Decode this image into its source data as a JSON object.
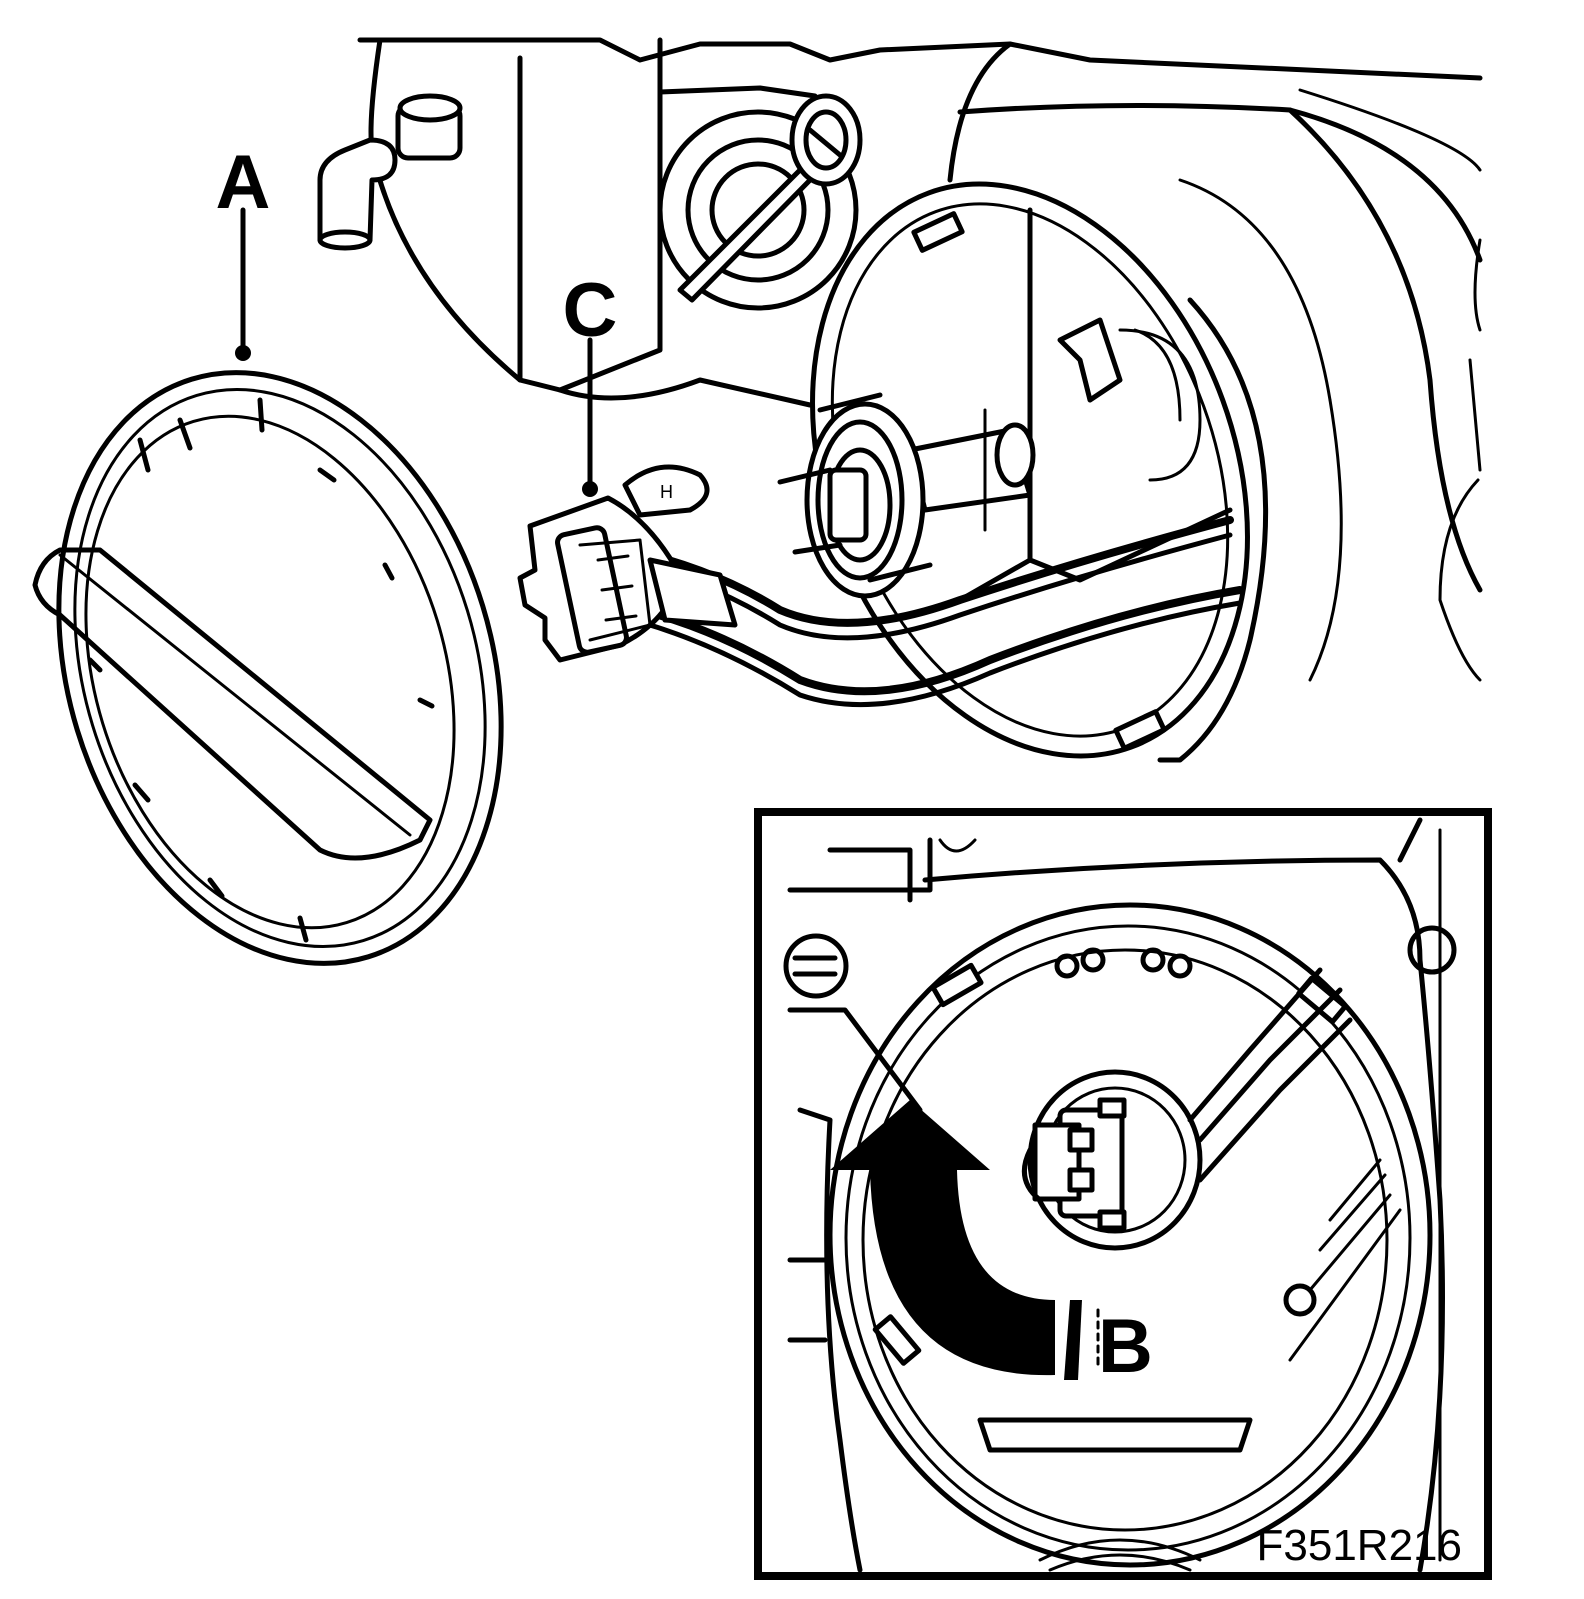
{
  "labels": {
    "cover": "A",
    "bulb_holder_detail": "B",
    "connector": "C"
  },
  "figure_id": "F351R216",
  "colors": {
    "ink": "#000000",
    "paper": "#ffffff"
  }
}
